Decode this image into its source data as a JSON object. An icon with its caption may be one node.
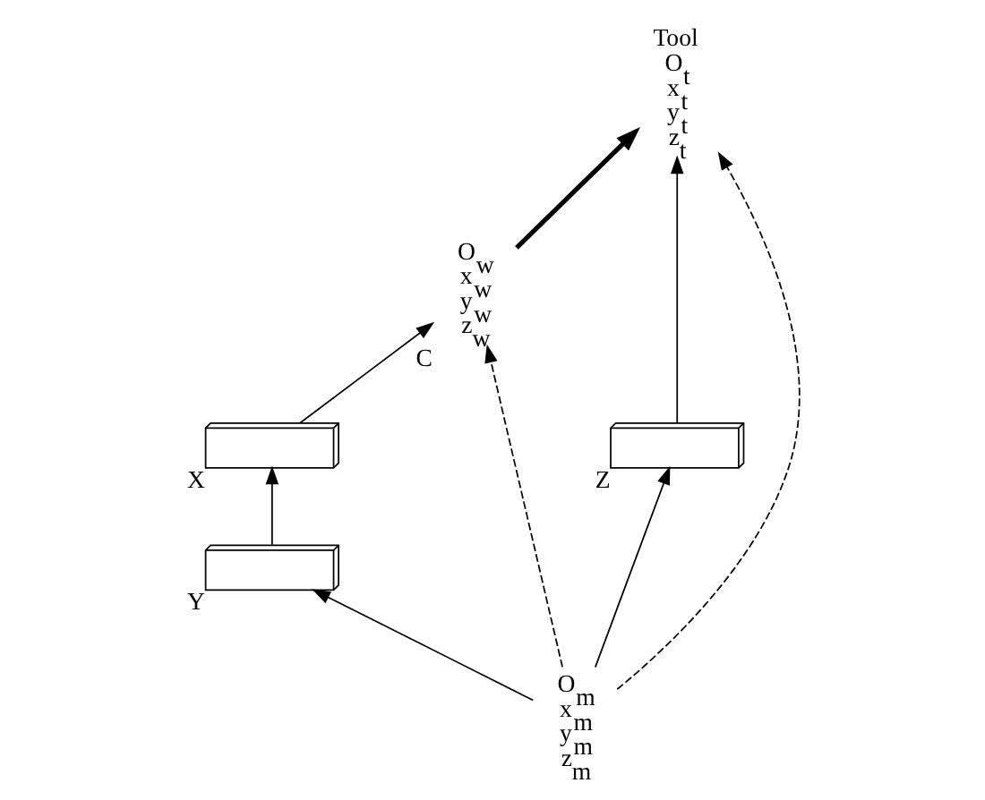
{
  "diagram": {
    "nodes": [
      {
        "text": [
          "O$_{m}$",
          "x$_{m}$",
          "y$_{m}$",
          "z$_{m}$"
        ]
      },
      {
        "text": [],
        "shape": "box",
        "beside": [
          "Y"
        ]
      },
      {
        "text": [],
        "shape": "box",
        "beside": [
          "X"
        ]
      },
      {
        "text": [
          "O$_{w}$",
          "x$_{w}$",
          "y$_{w}$",
          "z$_{w}$"
        ],
        "beside": [
          "C"
        ]
      },
      {
        "text": [],
        "shape": "box",
        "beside": [
          "Z"
        ]
      },
      {
        "text": [
          "Tool",
          "O$_{t}$",
          "x$_{t}$",
          "y$_{t}$",
          "z$_{t}$"
        ]
      }
    ],
    "edges": [
      {
        "from": 0,
        "to": 1,
        "arrow": "to"
      },
      {
        "from": 1,
        "to": 2,
        "arrow": "to"
      },
      {
        "from": 2,
        "to": 3,
        "arrow": "to"
      },
      {
        "from": 0,
        "to": 4,
        "arrow": "to"
      },
      {
        "from": 4,
        "to": 5,
        "arrow": "to"
      },
      {
        "from": 3,
        "to": 5,
        "arrow": "to",
        "style": "thick"
      },
      {
        "from": 0,
        "to": 3,
        "arrow": "to",
        "style": "dashed"
      },
      {
        "from": 0,
        "to": 5,
        "arrow": "to",
        "style": "dashed"
      }
    ]
  }
}
